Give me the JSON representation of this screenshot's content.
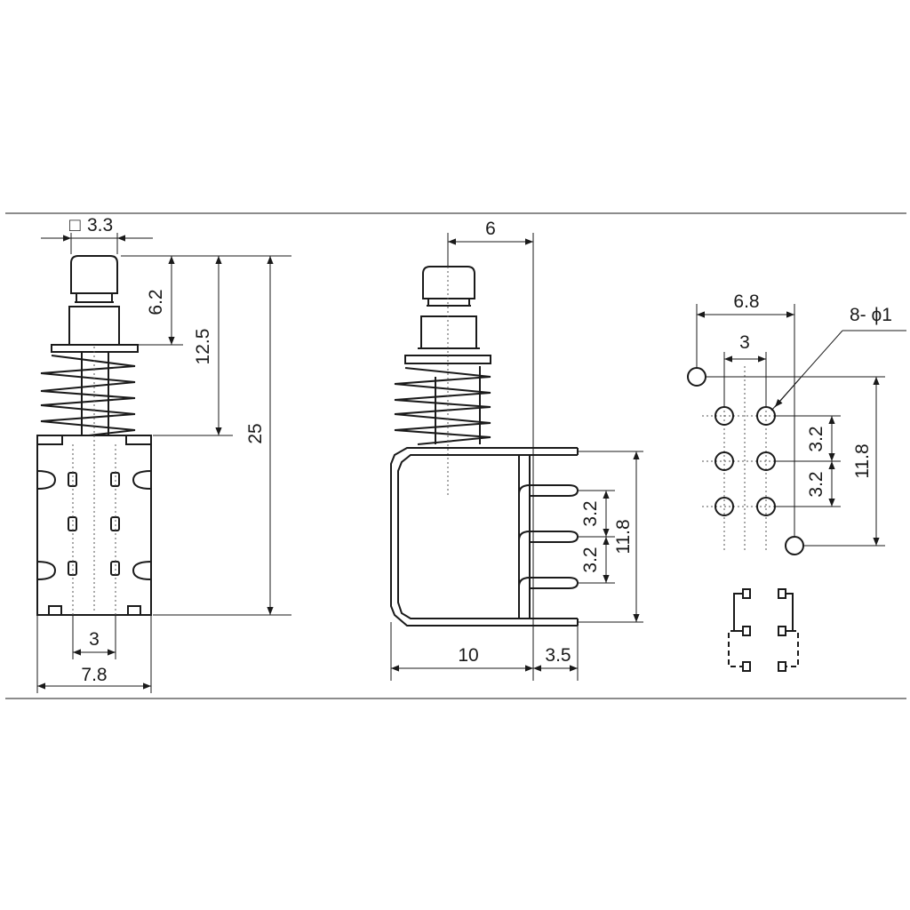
{
  "colors": {
    "line": "#1a1a1a",
    "background": "#ffffff"
  },
  "front_view": {
    "square_size": "3.3",
    "square_symbol": "□",
    "plunger_height": "6.2",
    "travel_height": "12.5",
    "total_height": "25",
    "pin_spacing": "3",
    "body_width": "7.8"
  },
  "side_view": {
    "plunger_offset": "6",
    "pin_pitch_1": "3.2",
    "pin_pitch_2": "3.2",
    "pin_span": "11.8",
    "body_depth": "10",
    "pin_length": "3.5"
  },
  "pcb_layout": {
    "row_spacing": "6.8",
    "col_spacing": "3",
    "hole_callout": "8- ϕ1",
    "pitch_1": "3.2",
    "pitch_2": "3.2",
    "mount_span": "11.8"
  }
}
